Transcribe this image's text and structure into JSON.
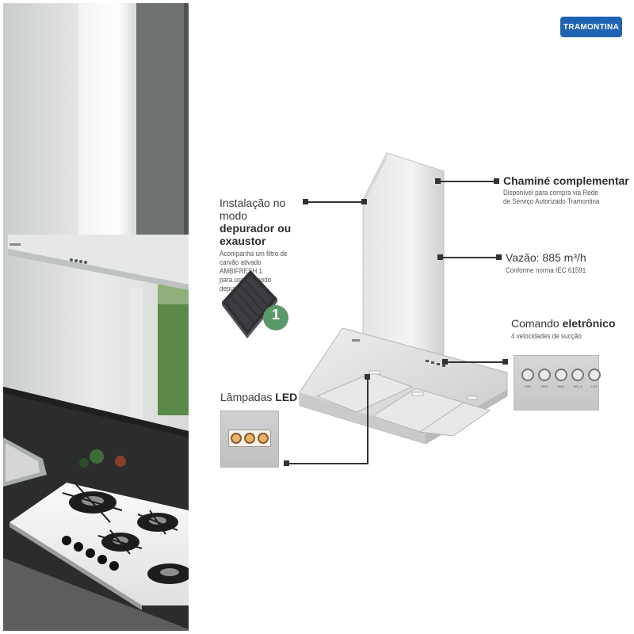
{
  "brand": {
    "logo_text": "TRAMONTINA",
    "color": "#1f64b2"
  },
  "callouts": {
    "chimney": {
      "title": "Chaminé complementar",
      "desc_line1": "Disponível para compra via Rede",
      "desc_line2": "de Serviço Autorizado Tramontina"
    },
    "mode": {
      "title_line1": "Instalação no modo",
      "title_line2": "depurador ou exaustor",
      "desc_line1": "Acompanha um filtro de",
      "desc_line2": "carvão ativado AMBIFRESH 1",
      "desc_line3": "para uso no modo depurador",
      "badge": "1"
    },
    "flow": {
      "title": "Vazão: 885 m³/h",
      "desc": "Conforme norma IEC 61591"
    },
    "control": {
      "title_normal": "Comando ",
      "title_bold": "eletrônico",
      "desc": "4 velocidades de sucção",
      "button_labels": [
        "MIN",
        "MED",
        "MAX",
        "VEL.4",
        "LUZ"
      ]
    },
    "led": {
      "title_normal": "Lâmpadas ",
      "title_bold": "LED"
    }
  },
  "colors": {
    "text": "#3a3a3a",
    "steel": "#dcdcdc",
    "badge_green": "#5a9a6a",
    "callout_line": "#333333"
  }
}
